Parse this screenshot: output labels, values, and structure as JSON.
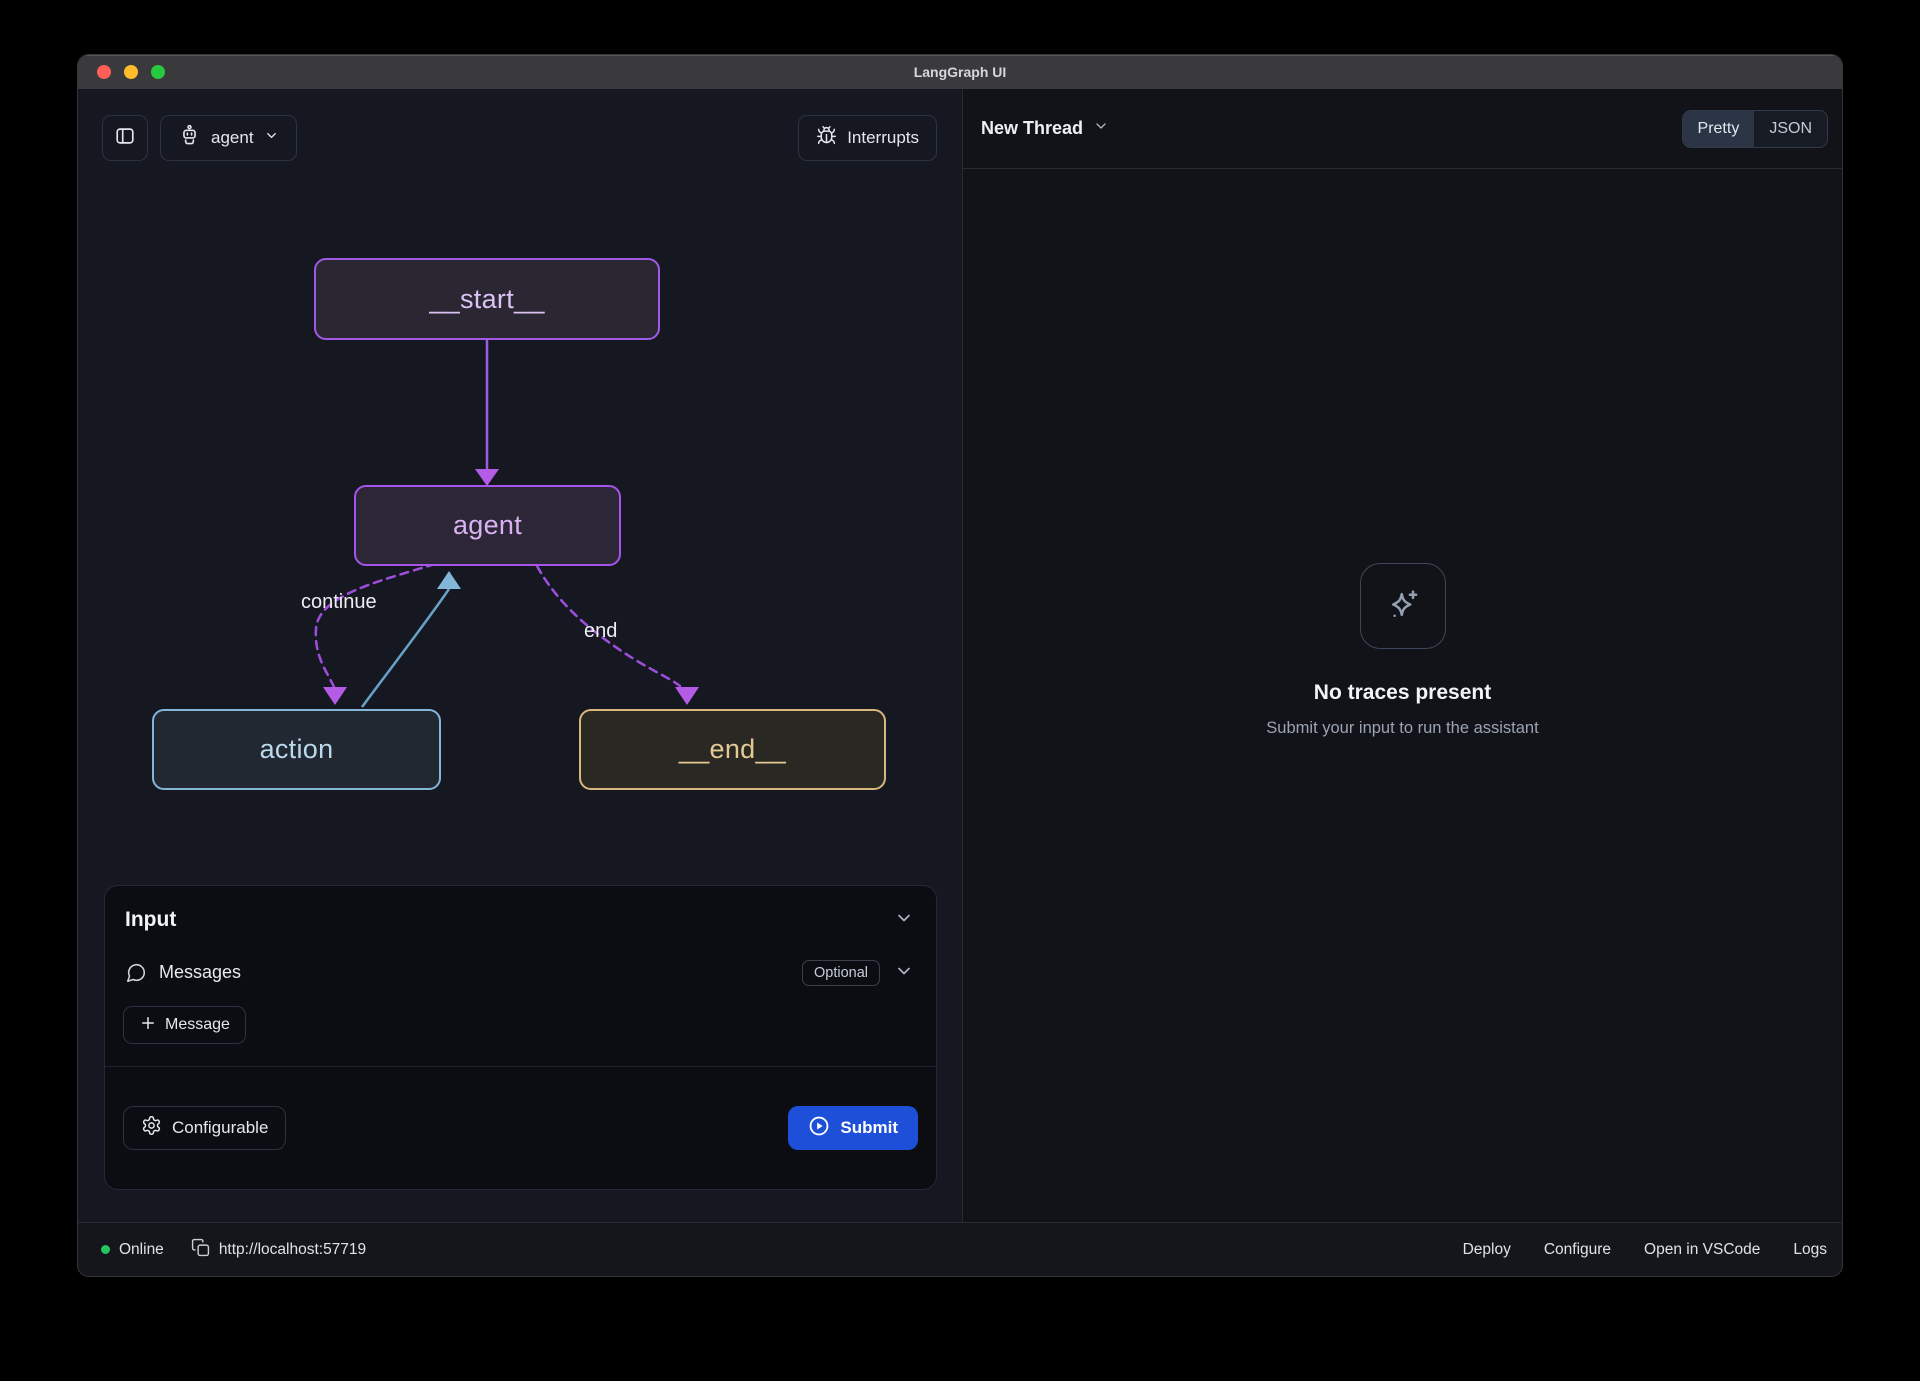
{
  "window": {
    "title": "LangGraph UI"
  },
  "toolbar": {
    "agent_label": "agent",
    "interrupts_label": "Interrupts"
  },
  "graph": {
    "nodes": [
      {
        "id": "start",
        "label": "__start__"
      },
      {
        "id": "agent",
        "label": "agent"
      },
      {
        "id": "action",
        "label": "action"
      },
      {
        "id": "end",
        "label": "__end__"
      }
    ],
    "edge_labels": {
      "continue": "continue",
      "end": "end"
    }
  },
  "input_panel": {
    "title": "Input",
    "messages_label": "Messages",
    "optional_badge": "Optional",
    "add_message_label": "Message",
    "configurable_label": "Configurable",
    "submit_label": "Submit"
  },
  "thread_panel": {
    "title": "New Thread",
    "toggle": {
      "pretty": "Pretty",
      "json": "JSON"
    },
    "empty": {
      "title": "No traces present",
      "subtitle": "Submit your input to run the assistant"
    }
  },
  "status_bar": {
    "online_label": "Online",
    "url": "http://localhost:57719",
    "links": [
      "Deploy",
      "Configure",
      "Open in VSCode",
      "Logs"
    ]
  },
  "icons": {
    "sidebar-toggle": "panel-left",
    "agent-selector": "robot",
    "interrupts": "bug",
    "messages": "message-bubble",
    "add-message": "plus",
    "configurable": "gear",
    "submit": "play-circle",
    "empty-state": "sparkles",
    "copy-url": "copy",
    "dropdowns": "chevron-down"
  },
  "colors": {
    "accent_purple": "#a855f7",
    "edge_arrow_purple": "#b45ce8",
    "node_action_blue": "#84b6d9",
    "node_end_gold": "#d8b77d",
    "submit_blue": "#1d4fd8",
    "online_green": "#22c55e",
    "titlebar_gray": "#3a3a3c",
    "panel_bg_left": "#161821",
    "panel_bg_right": "#121319"
  }
}
